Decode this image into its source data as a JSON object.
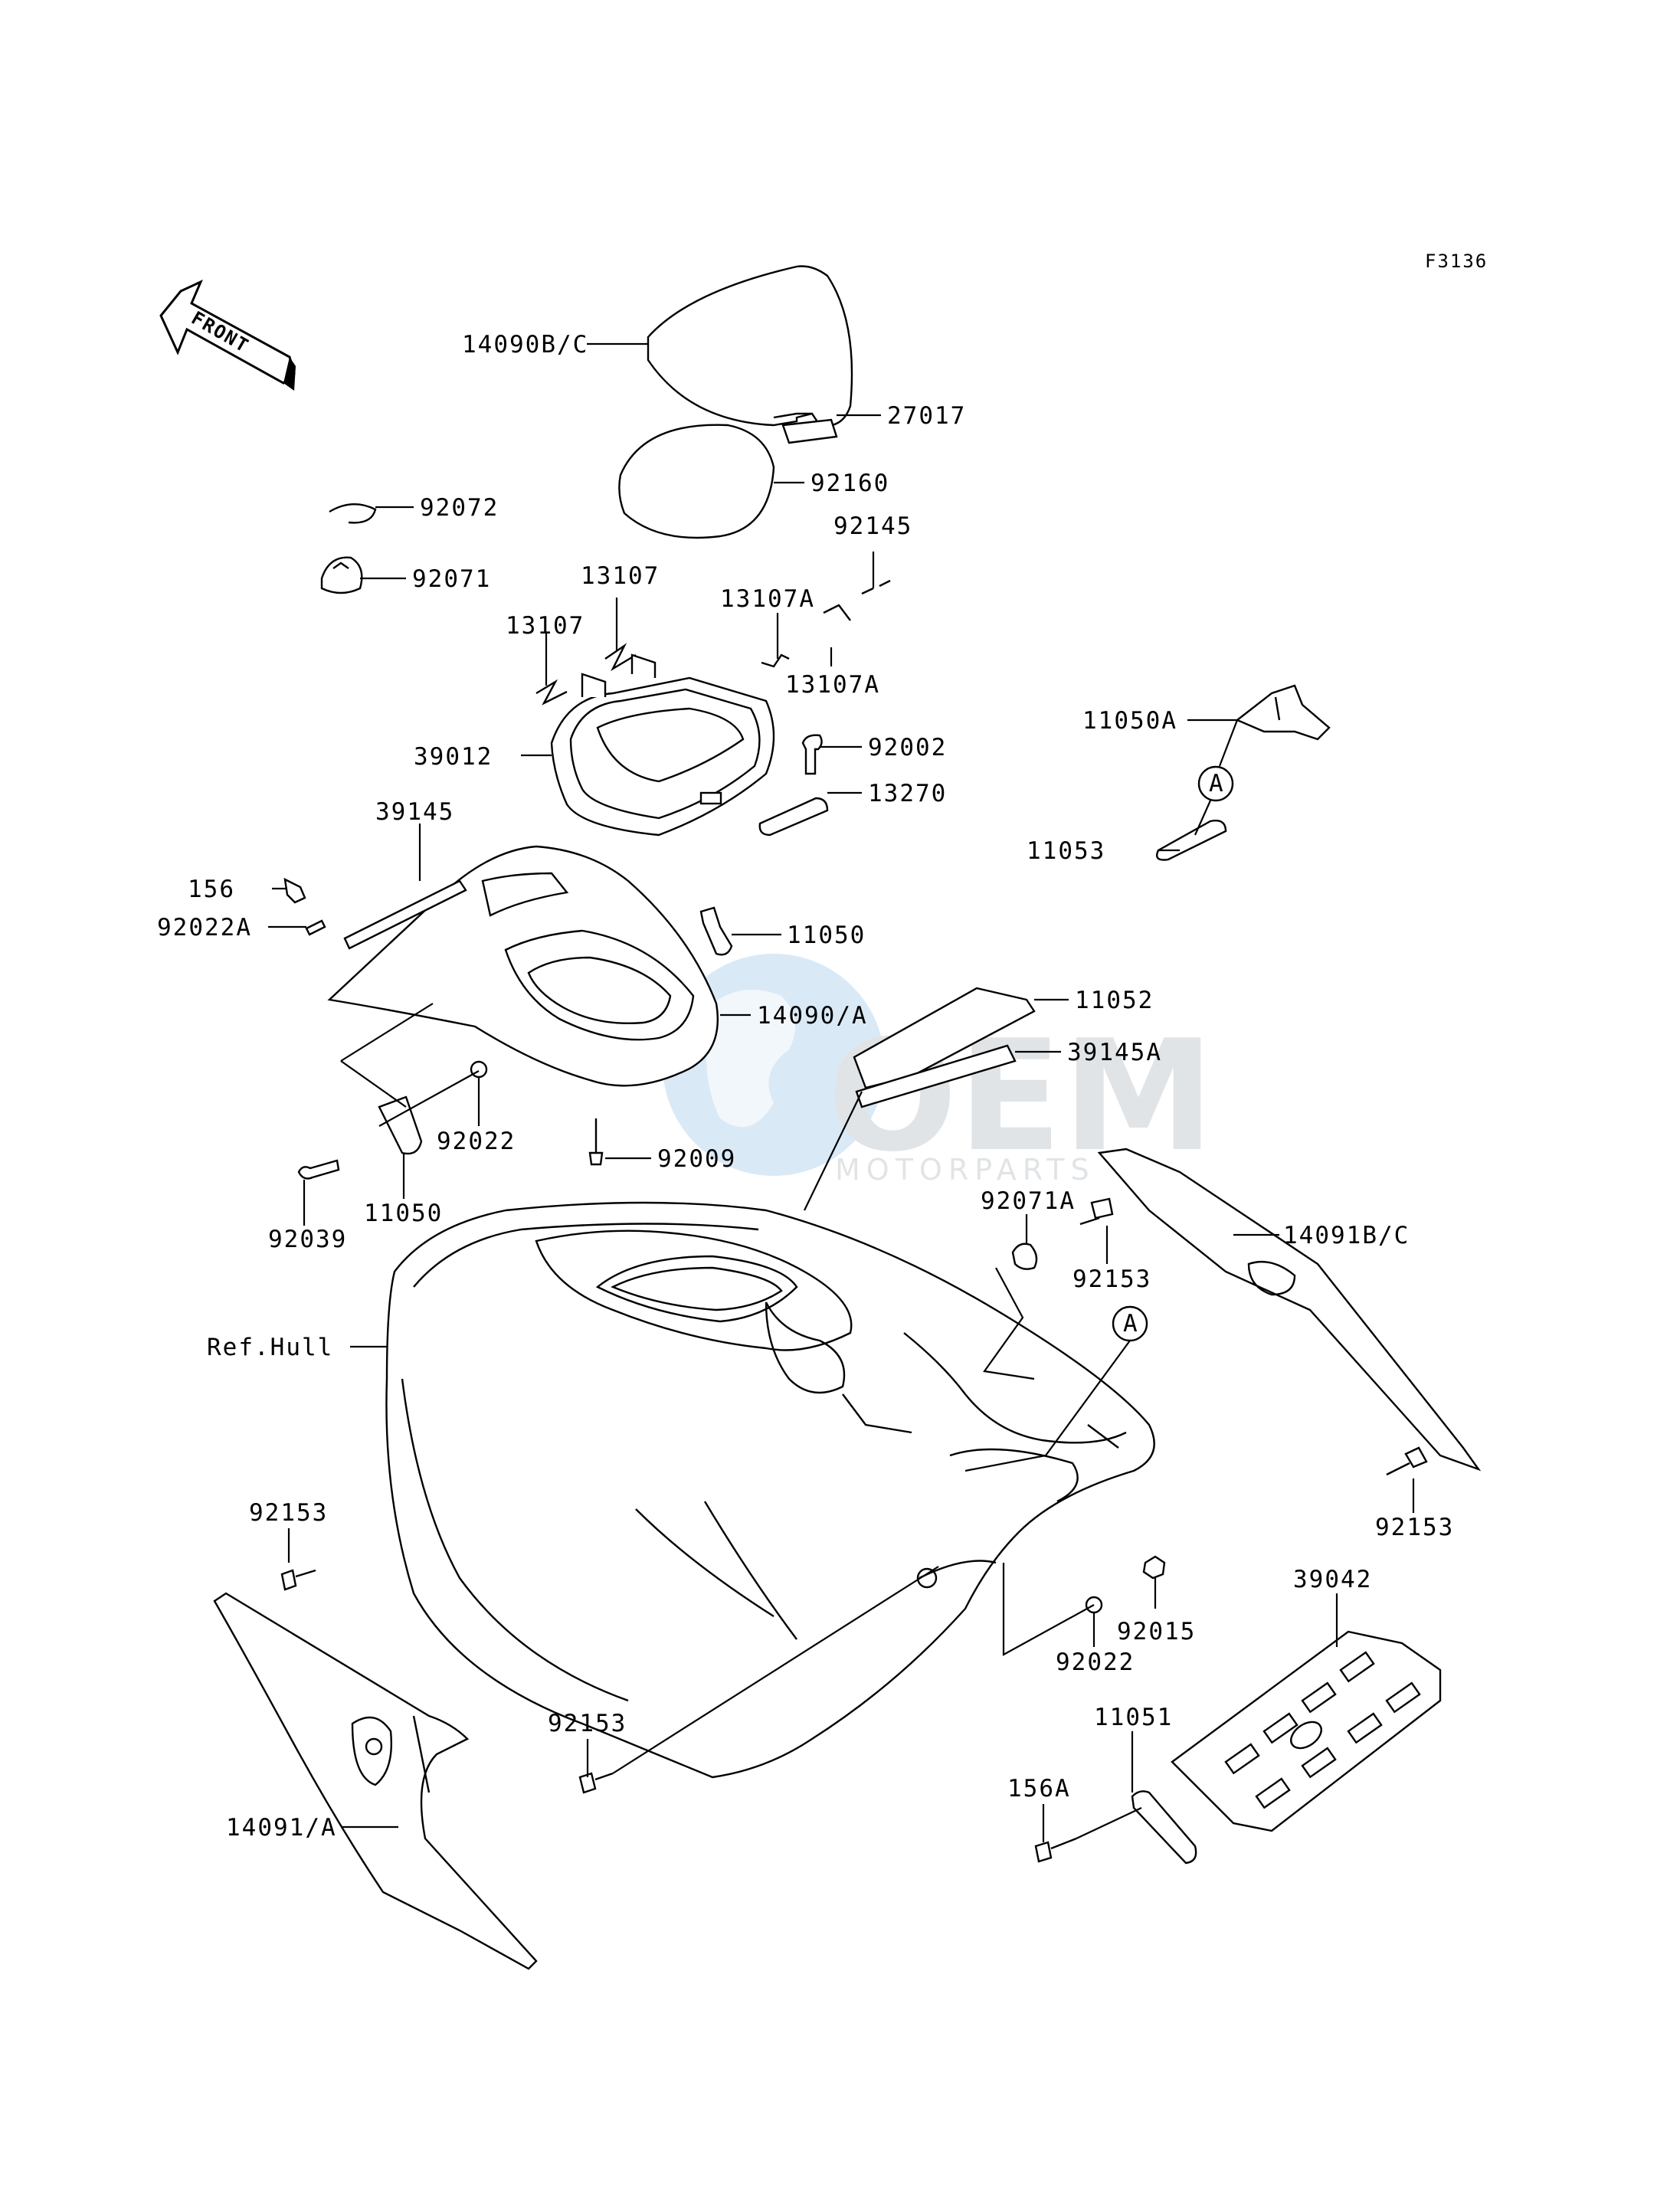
{
  "figure_code": "F3136",
  "front_arrow": "FRONT",
  "watermark": {
    "brand": "OEM",
    "sub": "MOTORPARTS",
    "colors": {
      "globe": "#7fb3de",
      "text": "#c9ced3"
    }
  },
  "labels": {
    "l14090bc": "14090B/C",
    "l27017": "27017",
    "l92160": "92160",
    "l92072": "92072",
    "l92071": "92071",
    "l13107a": "13107",
    "l13107b": "13107",
    "l13107A1": "13107A",
    "l13107A2": "13107A",
    "l92145": "92145",
    "l92002": "92002",
    "l39012": "39012",
    "l13270": "13270",
    "l11050A": "11050A",
    "lA1": "A",
    "l11053": "11053",
    "l39145": "39145",
    "l156": "156",
    "l92022A": "92022A",
    "l11050a": "11050",
    "l14090A": "14090/A",
    "l11052": "11052",
    "l39145A": "39145A",
    "l92022a": "92022",
    "l92009": "92009",
    "l92039": "92039",
    "l11050b": "11050",
    "l92071A": "92071A",
    "l14091BC": "14091B/C",
    "l92153a": "92153",
    "lA2": "A",
    "lRefHull": "Ref.Hull",
    "l92153b": "92153",
    "l92153c": "92153",
    "l39042": "39042",
    "l92015": "92015",
    "l92022b": "92022",
    "l11051": "11051",
    "l92153d": "92153",
    "l156A": "156A",
    "l14091A": "14091/A"
  }
}
